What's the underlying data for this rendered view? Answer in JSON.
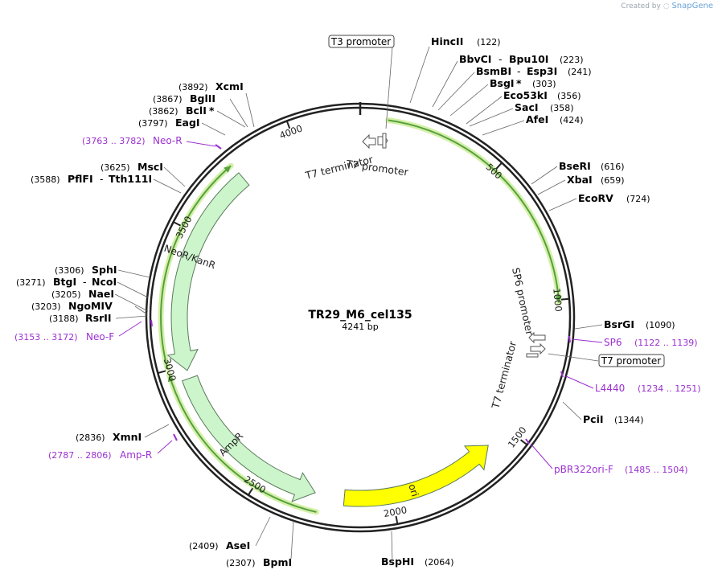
{
  "credit": {
    "prefix": "Created by",
    "brand": "SnapGene"
  },
  "plasmid": {
    "name": "TR29_M6_cel135",
    "size_label": "4241 bp",
    "length": 4241
  },
  "ticks": [
    {
      "pos": 500,
      "label": "500"
    },
    {
      "pos": 1000,
      "label": "1000"
    },
    {
      "pos": 1500,
      "label": "1500"
    },
    {
      "pos": 2000,
      "label": "2000"
    },
    {
      "pos": 2500,
      "label": "2500"
    },
    {
      "pos": 3000,
      "label": "3000"
    },
    {
      "pos": 3500,
      "label": "3500"
    },
    {
      "pos": 4000,
      "label": "4000"
    }
  ],
  "features": [
    {
      "name": "NeoR/KanR",
      "start": 3770,
      "end": 2980,
      "direction": "reverse",
      "color": "#ccf5cc"
    },
    {
      "name": "AmpR",
      "start": 2950,
      "end": 2290,
      "direction": "reverse",
      "color": "#ccf5cc"
    },
    {
      "name": "ori",
      "start": 2180,
      "end": 1590,
      "direction": "reverse",
      "color": "#ffff00"
    }
  ],
  "orfs": [
    {
      "start": 95,
      "end": 1010
    },
    {
      "start": 2270,
      "end": 2985
    },
    {
      "start": 3005,
      "end": 3765
    }
  ],
  "inner_labels": [
    {
      "text": "T7 terminator",
      "rotate": -14
    },
    {
      "text": "T7 promoter",
      "rotate": 8
    },
    {
      "text": "SP6 promoter",
      "rotate": 78
    },
    {
      "text": "T7 terminator",
      "rotate": -75
    }
  ],
  "enzymes": [
    {
      "name": "HincII",
      "pos": "(122)"
    },
    {
      "name": "BbvCI",
      "name2": "Bpu10I",
      "pos": "(223)"
    },
    {
      "name": "BsmBI",
      "name2": "Esp3I",
      "pos": "(241)"
    },
    {
      "name": "BsgI",
      "star": "*",
      "pos": "(303)"
    },
    {
      "name": "Eco53kI",
      "pos": "(356)"
    },
    {
      "name": "SacI",
      "pos": "(358)"
    },
    {
      "name": "AfeI",
      "pos": "(424)"
    },
    {
      "name": "BseRI",
      "pos": "(616)"
    },
    {
      "name": "XbaI",
      "pos": "(659)"
    },
    {
      "name": "EcoRV",
      "pos": "(724)"
    },
    {
      "name": "BsrGI",
      "pos": "(1090)"
    },
    {
      "name": "PciI",
      "pos": "(1344)"
    },
    {
      "name": "BspHI",
      "pos": "(2064)"
    },
    {
      "name": "BpmI",
      "pos": "(2307)"
    },
    {
      "name": "AseI",
      "pos": "(2409)"
    },
    {
      "name": "XmnI",
      "pos": "(2836)"
    },
    {
      "name": "RsrII",
      "pos": "(3188)"
    },
    {
      "name": "NgoMIV",
      "pos": "(3203)"
    },
    {
      "name": "NaeI",
      "pos": "(3205)"
    },
    {
      "name": "BtgI",
      "name2": "NcoI",
      "pos": "(3271)"
    },
    {
      "name": "SphI",
      "pos": "(3306)"
    },
    {
      "name": "PflFI",
      "name2": "Tth111I",
      "pos": "(3588)"
    },
    {
      "name": "MscI",
      "pos": "(3625)"
    },
    {
      "name": "EagI",
      "pos": "(3797)"
    },
    {
      "name": "BclI",
      "star": "*",
      "pos": "(3862)"
    },
    {
      "name": "BglII",
      "pos": "(3867)"
    },
    {
      "name": "XcmI",
      "pos": "(3892)"
    }
  ],
  "primers": [
    {
      "name": "Neo-R",
      "range": "(3763 .. 3782)"
    },
    {
      "name": "Neo-F",
      "range": "(3153 .. 3172)"
    },
    {
      "name": "Amp-R",
      "range": "(2787 .. 2806)"
    },
    {
      "name": "SP6",
      "range": "(1122 .. 1139)"
    },
    {
      "name": "L4440",
      "range": "(1234 .. 1251)"
    },
    {
      "name": "pBR322ori-F",
      "range": "(1485 .. 1504)"
    }
  ],
  "boxed": [
    {
      "text": "T3 promoter"
    },
    {
      "text": "T7 promoter"
    }
  ],
  "colors": {
    "primer": "#9b30d0",
    "ring": "#222222",
    "orf": "#55a040",
    "orf_glow": "#d5f0a8"
  }
}
